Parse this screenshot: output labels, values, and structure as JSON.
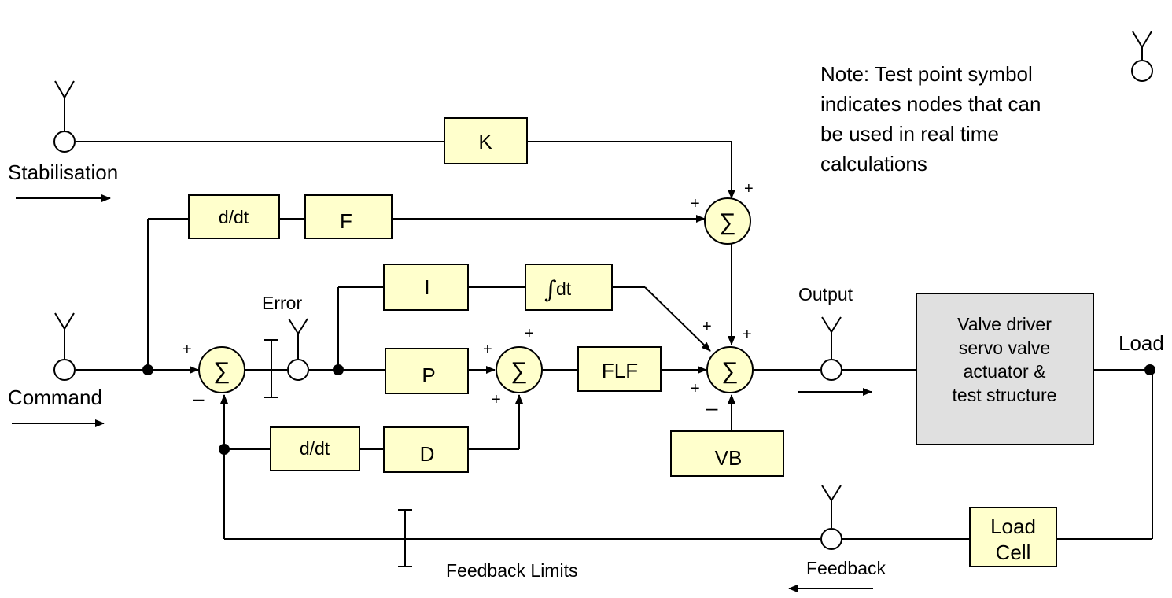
{
  "note": {
    "lines": [
      "Note:  Test point symbol",
      "indicates nodes that can",
      "be used in real time",
      "calculations"
    ]
  },
  "labels": {
    "stabilisation": "Stabilisation",
    "command": "Command",
    "error": "Error",
    "output": "Output",
    "load": "Load",
    "feedback": "Feedback",
    "feedback_limits": "Feedback Limits"
  },
  "blocks": {
    "k": "K",
    "ddt_top": "d/dt",
    "f": "F",
    "i": "I",
    "integral_symbol": "∫",
    "integral_dt": "dt",
    "p": "P",
    "flf": "FLF",
    "ddt_bottom": "d/dt",
    "d": "D",
    "vb": "VB",
    "load_cell": [
      "Load",
      "Cell"
    ],
    "valve_driver": [
      "Valve driver",
      "servo valve",
      "actuator &",
      "test structure"
    ]
  },
  "symbols": {
    "sum": "∑",
    "plus": "+",
    "minus": "–"
  }
}
